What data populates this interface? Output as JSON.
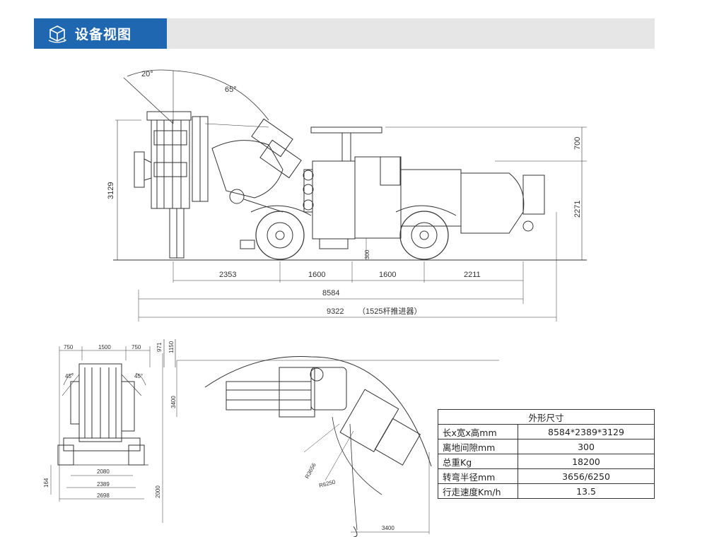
{
  "header": {
    "title": "设备视图",
    "icon": "3d-cube-icon",
    "accent": "#1f67b1"
  },
  "side_view": {
    "angle_left": "20°",
    "angle_right": "65°",
    "height_total": "3129",
    "height_top": "700",
    "height_right": "2271",
    "ground_clearance": "300",
    "seg_1": "2353",
    "seg_2": "1600",
    "seg_3": "1600",
    "seg_4": "2211",
    "length_overall": "8584",
    "length_extended": "9322",
    "extended_note": "（1525杆推进器）"
  },
  "front_view": {
    "top_left": "750",
    "top_mid": "1500",
    "top_right": "750",
    "height_a": "971",
    "height_b": "1150",
    "height_c": "3400",
    "angle_left": "45°",
    "angle_right": "45°",
    "width_a": "2080",
    "width_b": "2389",
    "width_c": "2698",
    "bottom_left": "164",
    "bottom_right": "2000"
  },
  "turn_view": {
    "radius_inner": "R3656",
    "radius_outer": "R6250",
    "width": "3400"
  },
  "specs": {
    "title": "外形尺寸",
    "rows": [
      {
        "label": "长x宽x高mm",
        "value": "8584*2389*3129"
      },
      {
        "label": "离地间隙mm",
        "value": "300"
      },
      {
        "label": "总重Kg",
        "value": "18200"
      },
      {
        "label": "转弯半径mm",
        "value": "3656/6250"
      },
      {
        "label": "行走速度Km/h",
        "value": "13.5"
      }
    ]
  }
}
